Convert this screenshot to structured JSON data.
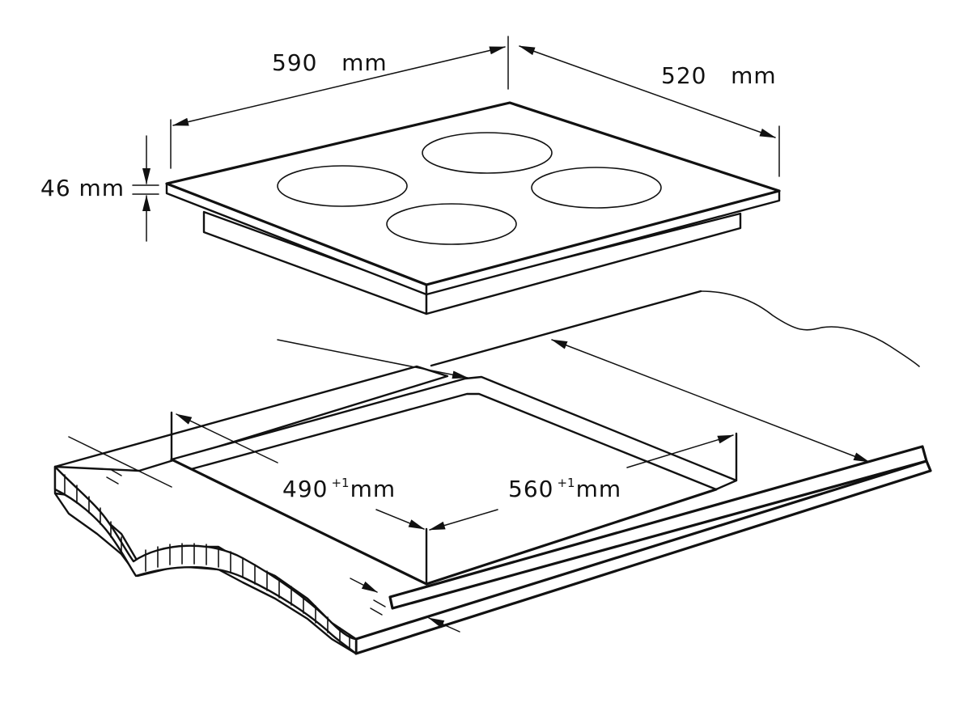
{
  "diagram": {
    "hob": {
      "width_label": "590   mm",
      "depth_label": "520   mm",
      "height_label": "46 mm"
    },
    "cutout": {
      "depth_value": "490",
      "width_value": "560",
      "tolerance": "+1",
      "unit": "mm"
    }
  }
}
